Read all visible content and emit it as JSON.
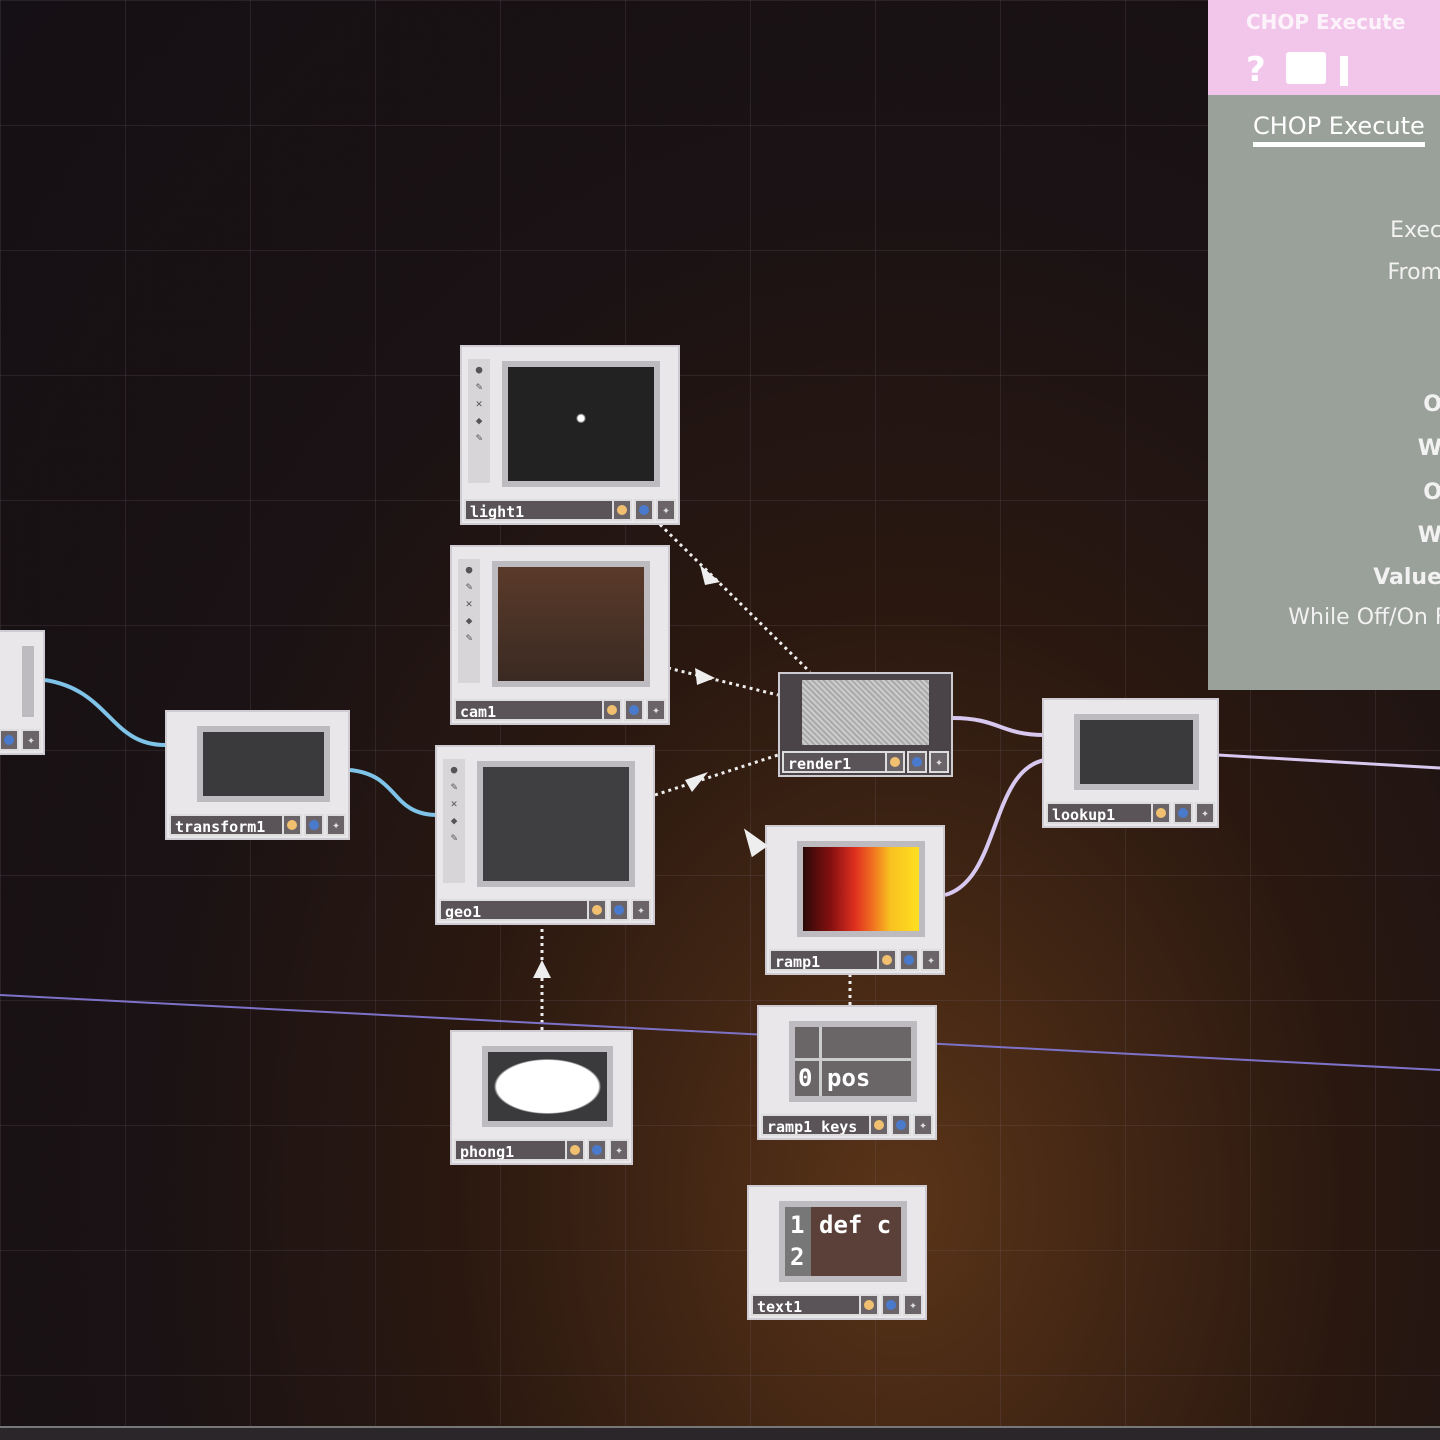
{
  "panel": {
    "header_title": "CHOP Execute",
    "help_icon": "?",
    "tab": "CHOP Execute",
    "params": [
      "Exec",
      "From",
      "O",
      "W",
      "O",
      "W",
      "Value",
      "While Off/On Fre"
    ]
  },
  "nodes": [
    {
      "id": "light1",
      "name": "light1",
      "preview": "light"
    },
    {
      "id": "cam1",
      "name": "cam1",
      "preview": "camera"
    },
    {
      "id": "geo1",
      "name": "geo1",
      "preview": "geometry"
    },
    {
      "id": "transform1",
      "name": "transform1",
      "preview": "dark"
    },
    {
      "id": "render1",
      "name": "render1",
      "preview": "noise"
    },
    {
      "id": "lookup1",
      "name": "lookup1",
      "preview": "dark"
    },
    {
      "id": "ramp1",
      "name": "ramp1",
      "preview": "ramp"
    },
    {
      "id": "ramp1_keys",
      "name": "ramp1_keys",
      "preview": "table",
      "table": [
        "0",
        "pos"
      ]
    },
    {
      "id": "phong1",
      "name": "phong1",
      "preview": "sphere"
    },
    {
      "id": "text1",
      "name": "text1",
      "preview": "code",
      "lines": [
        "1",
        "2"
      ],
      "code": "def c"
    },
    {
      "id": "left_partial",
      "name": "",
      "preview": "dark"
    }
  ],
  "colors": {
    "wire_top": "#7fc4e8",
    "wire_chop": "#d8c8f0",
    "panel_header": "#f2c6ea"
  }
}
